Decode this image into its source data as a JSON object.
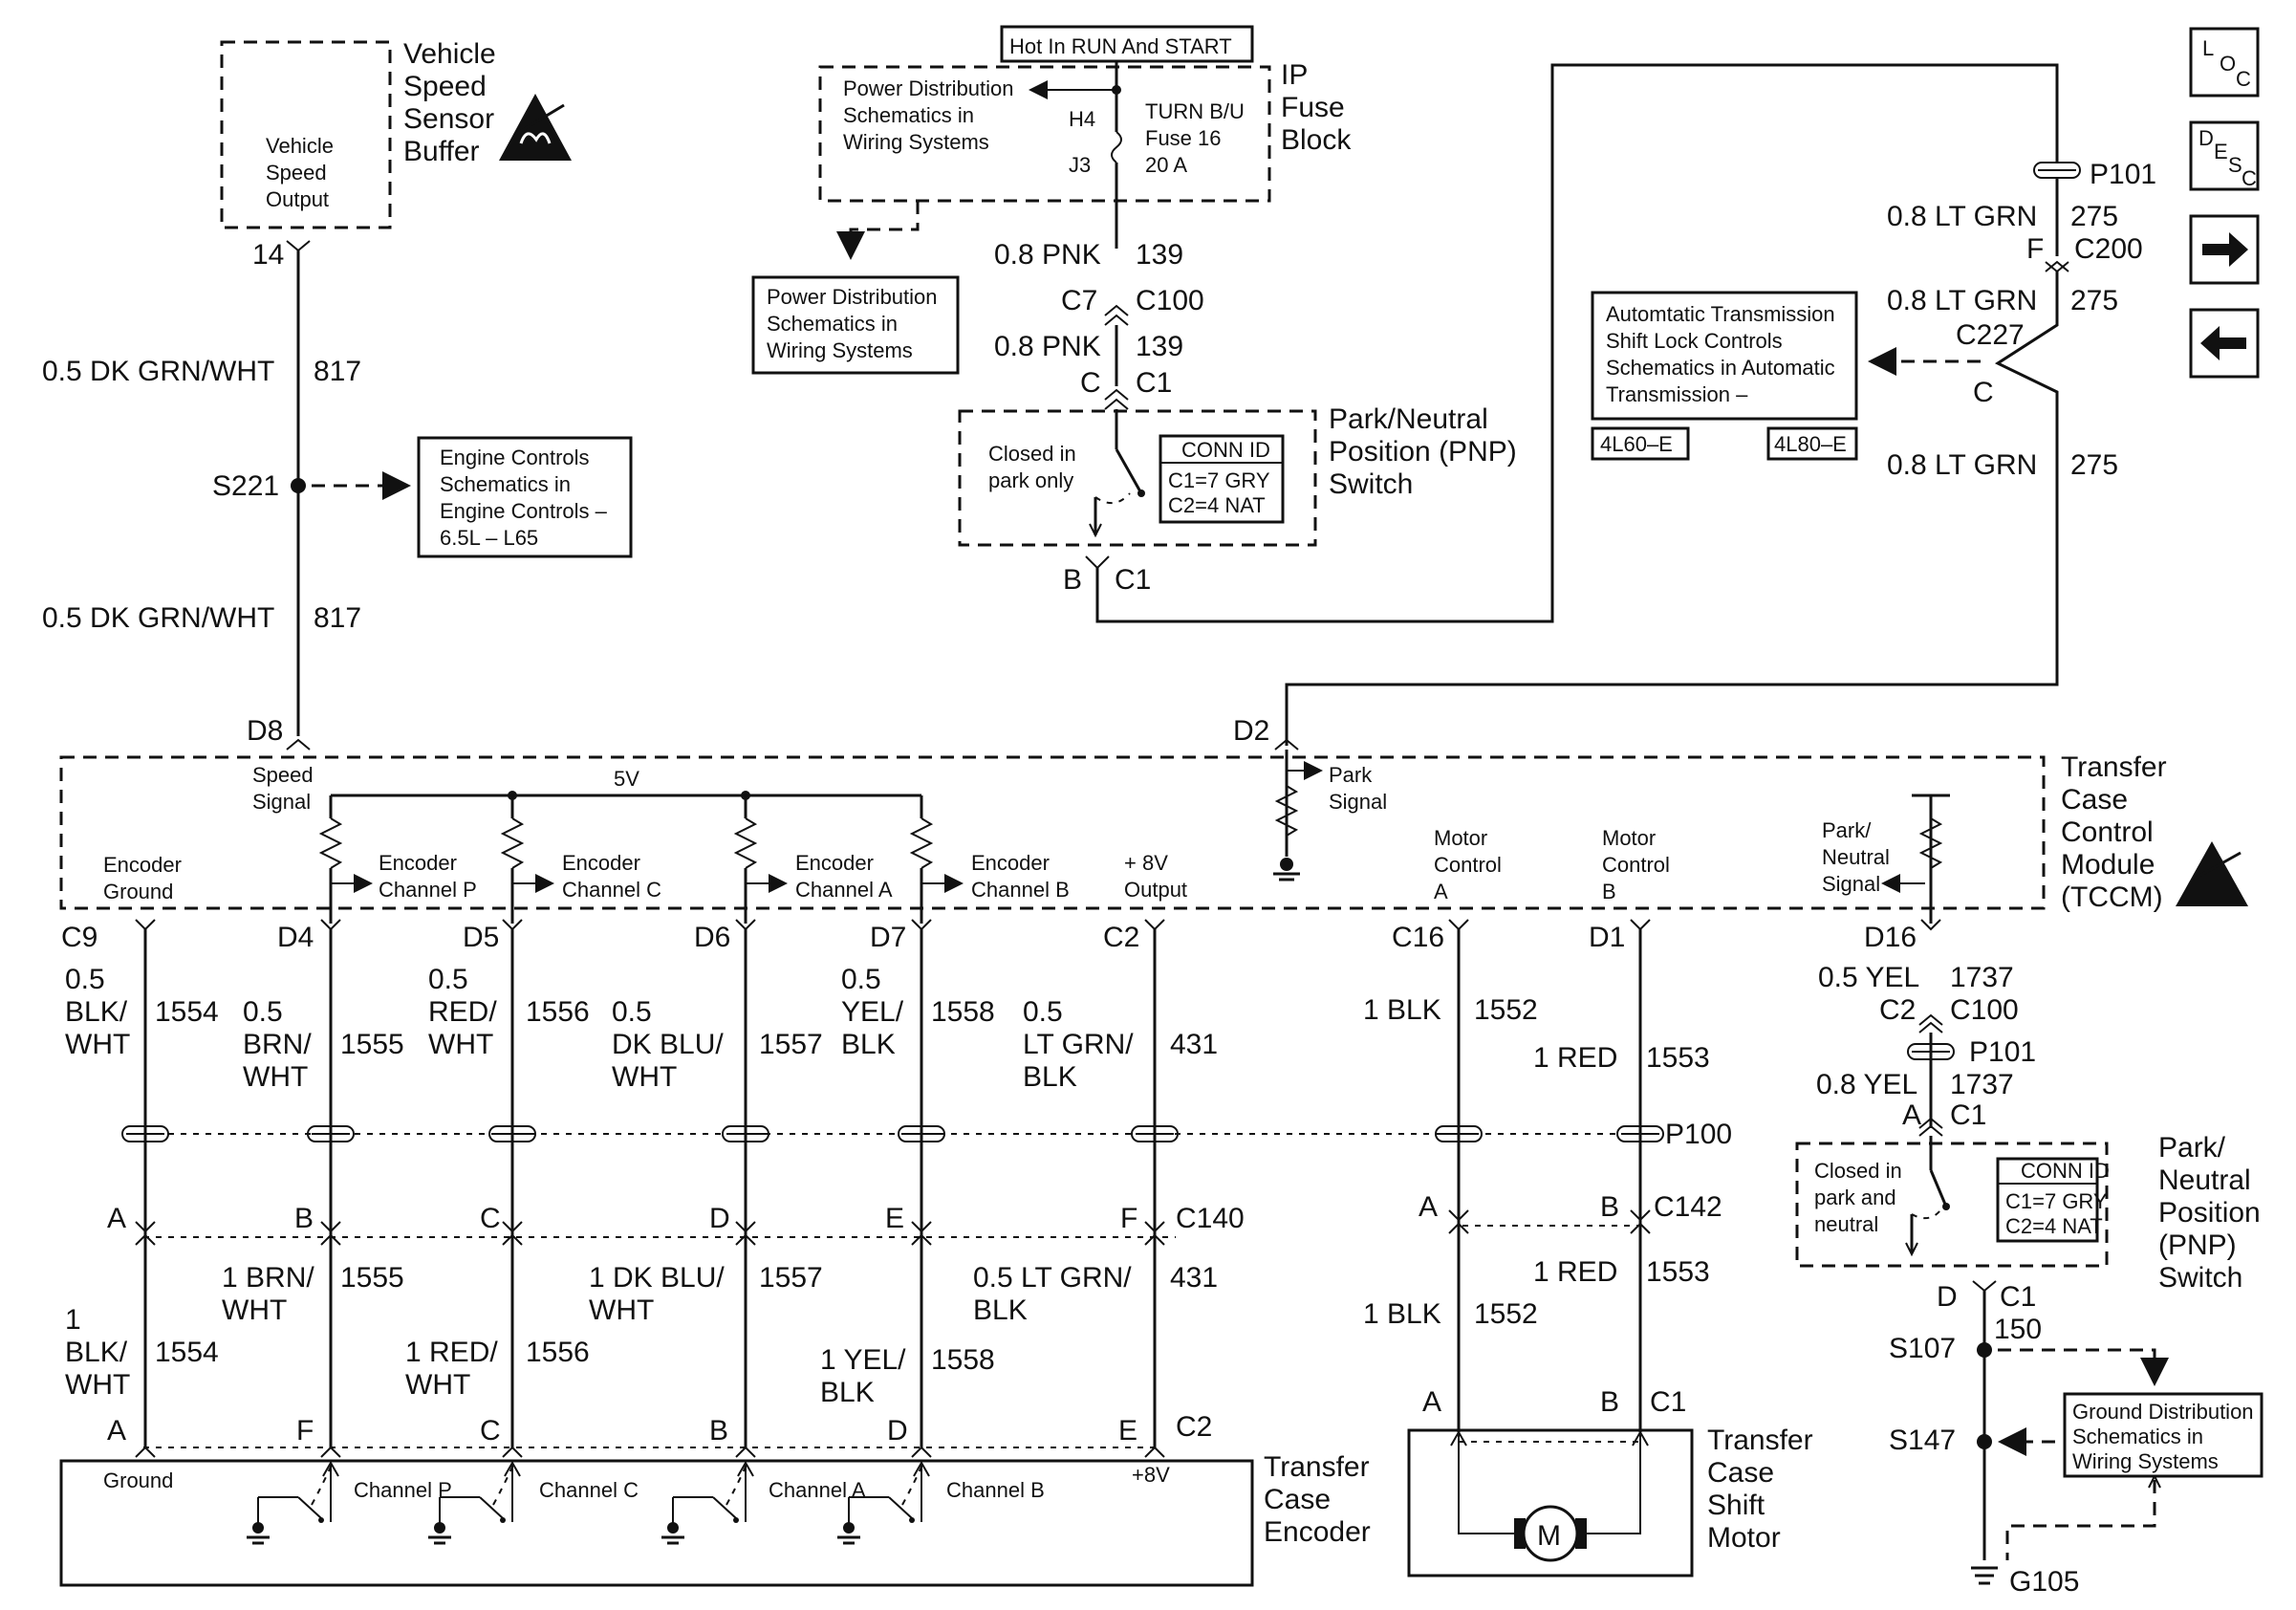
{
  "nav": {
    "loc_l": "L",
    "loc_o": "O",
    "loc_c": "C",
    "desc_d": "D",
    "desc_e": "E",
    "desc_s": "S",
    "desc_c": "C"
  },
  "vssb": {
    "title_1": "Vehicle",
    "title_2": "Speed",
    "title_3": "Sensor",
    "title_4": "Buffer",
    "out_1": "Vehicle",
    "out_2": "Speed",
    "out_3": "Output",
    "pin": "14"
  },
  "vss_wire": {
    "gauge_color": "0.5 DK GRN/WHT",
    "circuit": "817"
  },
  "splice_s221": "S221",
  "engine_ref": {
    "l1": "Engine Controls",
    "l2": "Schematics in",
    "l3": "Engine Controls –",
    "l4": "6.5L – L65"
  },
  "fuse_block": {
    "hot_label": "Hot In RUN And START",
    "ref_1": "Power Distribution",
    "ref_2": "Schematics in",
    "ref_3": "Wiring Systems",
    "h4": "H4",
    "j3": "J3",
    "fuse_1": "TURN B/U",
    "fuse_2": "Fuse 16",
    "fuse_3": "20 A",
    "title_1": "IP",
    "title_2": "Fuse",
    "title_3": "Block"
  },
  "pd_ref": {
    "l1": "Power Distribution",
    "l2": "Schematics in",
    "l3": "Wiring Systems"
  },
  "pnp_top_wires": {
    "w1": "0.8 PNK",
    "c1": "139",
    "pin_c7": "C7",
    "conn_c100": "C100",
    "w2": "0.8 PNK",
    "c2": "139",
    "pin_c": "C",
    "conn_c1": "C1"
  },
  "pnp_top": {
    "closed_1": "Closed in",
    "closed_2": "park only",
    "conn_id": "CONN ID",
    "c1": "C1=7 GRY",
    "c2": "C2=4 NAT",
    "title_1": "Park/Neutral",
    "title_2": "Position (PNP)",
    "title_3": "Switch",
    "pin_b": "B",
    "conn_c1": "C1"
  },
  "right_wires": {
    "p101": "P101",
    "w1": "0.8 LT GRN",
    "c1": "275",
    "pin_f": "F",
    "conn_c200": "C200",
    "w2": "0.8 LT GRN",
    "c2": "275",
    "conn_c227": "C227",
    "pin_c": "C",
    "w3": "0.8 LT GRN",
    "c3": "275"
  },
  "atsl_ref": {
    "l1": "Automtatic Transmission",
    "l2": "Shift Lock Controls",
    "l3": "Schematics in Automatic",
    "l4": "Transmission –",
    "tag_1": "4L60–E",
    "tag_2": "4L80–E"
  },
  "tccm": {
    "pin_d8": "D8",
    "pin_d2": "D2",
    "speed_1": "Speed",
    "speed_2": "Signal",
    "v5": "5V",
    "park_1": "Park",
    "park_2": "Signal",
    "enc_gnd_1": "Encoder",
    "enc_gnd_2": "Ground",
    "enc_p_1": "Encoder",
    "enc_p_2": "Channel P",
    "enc_c_1": "Encoder",
    "enc_c_2": "Channel C",
    "enc_a_1": "Encoder",
    "enc_a_2": "Channel A",
    "enc_b_1": "Encoder",
    "enc_b_2": "Channel B",
    "v8_1": "+ 8V",
    "v8_2": "Output",
    "mca_1": "Motor",
    "mca_2": "Control",
    "mca_3": "A",
    "mcb_1": "Motor",
    "mcb_2": "Control",
    "mcb_3": "B",
    "pns_1": "Park/",
    "pns_2": "Neutral",
    "pns_3": "Signal",
    "title_1": "Transfer",
    "title_2": "Case",
    "title_3": "Control",
    "title_4": "Module",
    "title_5": "(TCCM)"
  },
  "tccm_pins": {
    "c9": "C9",
    "d4": "D4",
    "d5": "D5",
    "d6": "D6",
    "d7": "D7",
    "c2": "C2",
    "c16": "C16",
    "d1": "D1",
    "d16": "D16"
  },
  "upper_wires": {
    "c9_1": "0.5",
    "c9_2": "BLK/",
    "c9_3": "WHT",
    "c9_ckt": "1554",
    "d4_1": "0.5",
    "d4_2": "BRN/",
    "d4_3": "WHT",
    "d4_ckt": "1555",
    "d5_1": "0.5",
    "d5_2": "RED/",
    "d5_3": "WHT",
    "d5_ckt": "1556",
    "d6_1": "0.5",
    "d6_2": "DK BLU/",
    "d6_3": "WHT",
    "d6_ckt": "1557",
    "d7_1": "0.5",
    "d7_2": "YEL/",
    "d7_3": "BLK",
    "d7_ckt": "1558",
    "c2_1": "0.5",
    "c2_2": "LT GRN/",
    "c2_3": "BLK",
    "c2_ckt": "431",
    "c16": "1 BLK",
    "c16_ckt": "1552",
    "d1": "1 RED",
    "d1_ckt": "1553"
  },
  "p100": "P100",
  "c140": {
    "a": "A",
    "b": "B",
    "c": "C",
    "d": "D",
    "e": "E",
    "f": "F",
    "conn": "C140"
  },
  "c142": {
    "a": "A",
    "b": "B",
    "conn": "C142"
  },
  "lower_wires": {
    "a_1": "1",
    "a_2": "BLK/",
    "a_3": "WHT",
    "a_ckt": "1554",
    "b_1": "1 BRN/",
    "b_2": "WHT",
    "b_ckt": "1555",
    "c_1": "1 RED/",
    "c_2": "WHT",
    "c_ckt": "1556",
    "d_1": "1 DK BLU/",
    "d_2": "WHT",
    "d_ckt": "1557",
    "e_1": "1 YEL/",
    "e_2": "BLK",
    "e_ckt": "1558",
    "f_1": "0.5 LT GRN/",
    "f_2": "BLK",
    "f_ckt": "431",
    "m_red": "1 RED",
    "m_red_ckt": "1553",
    "m_blk": "1 BLK",
    "m_blk_ckt": "1552"
  },
  "encoder": {
    "pin_a": "A",
    "pin_f": "F",
    "pin_c": "C",
    "pin_b": "B",
    "pin_d": "D",
    "pin_e": "E",
    "conn_c2": "C2",
    "ground": "Ground",
    "ch_p": "Channel P",
    "ch_c": "Channel C",
    "ch_a": "Channel A",
    "ch_b": "Channel B",
    "v8": "+8V",
    "title_1": "Transfer",
    "title_2": "Case",
    "title_3": "Encoder"
  },
  "motor": {
    "pin_a": "A",
    "pin_b": "B",
    "conn_c1": "C1",
    "m": "M",
    "title_1": "Transfer",
    "title_2": "Case",
    "title_3": "Shift",
    "title_4": "Motor"
  },
  "pnp_bottom": {
    "w1": "0.5 YEL",
    "c1": "1737",
    "conn_c2": "C2",
    "conn_c100": "C100",
    "p101": "P101",
    "w2": "0.8 YEL",
    "c2": "1737",
    "pin_a": "A",
    "conn_c1": "C1",
    "closed_1": "Closed in",
    "closed_2": "park and",
    "closed_3": "neutral",
    "conn_id": "CONN ID",
    "id_c1": "C1=7 GRY",
    "id_c2": "C2=4 NAT",
    "title_1": "Park/",
    "title_2": "Neutral",
    "title_3": "Position",
    "title_4": "(PNP)",
    "title_5": "Switch",
    "pin_d": "D",
    "conn_c1b": "C1",
    "ckt": "150"
  },
  "ground": {
    "s107": "S107",
    "s147": "S147",
    "g105": "G105",
    "ref_1": "Ground Distribution",
    "ref_2": "Schematics in",
    "ref_3": "Wiring Systems"
  }
}
